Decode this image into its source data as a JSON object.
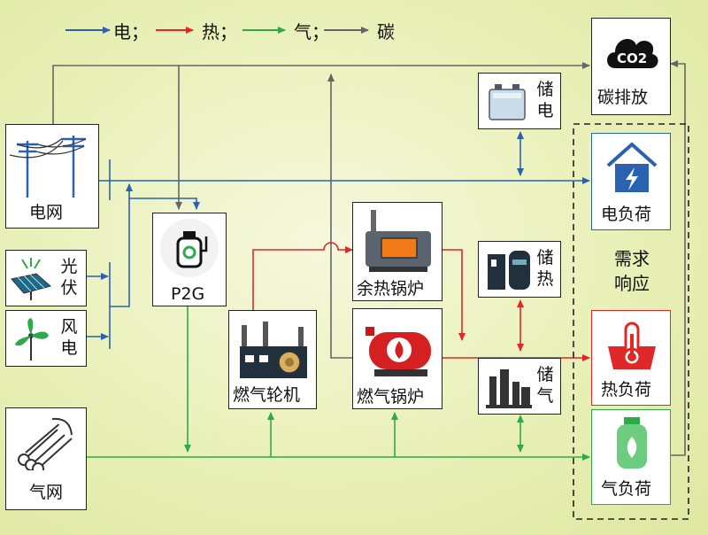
{
  "legend": {
    "electric": "电；",
    "heat": "热；",
    "gas": "气；",
    "carbon": "碳"
  },
  "colors": {
    "electric": "#2a62b0",
    "heat": "#e02828",
    "gas": "#2eaa4a",
    "carbon": "#777777"
  },
  "nodes": {
    "grid": "电网",
    "pv": "光伏",
    "wind": "风电",
    "gas_network": "气网",
    "p2g": "P2G",
    "gas_turbine": "燃气轮机",
    "waste_heat_boiler": "余热锅炉",
    "gas_boiler": "燃气锅炉",
    "elec_storage": "储电",
    "heat_storage": "储热",
    "gas_storage": "储气",
    "carbon_emission": "碳排放",
    "co2_text": "CO2",
    "elec_load": "电负荷",
    "heat_load": "热负荷",
    "gas_load": "气负荷",
    "demand_response": "需求响应"
  }
}
